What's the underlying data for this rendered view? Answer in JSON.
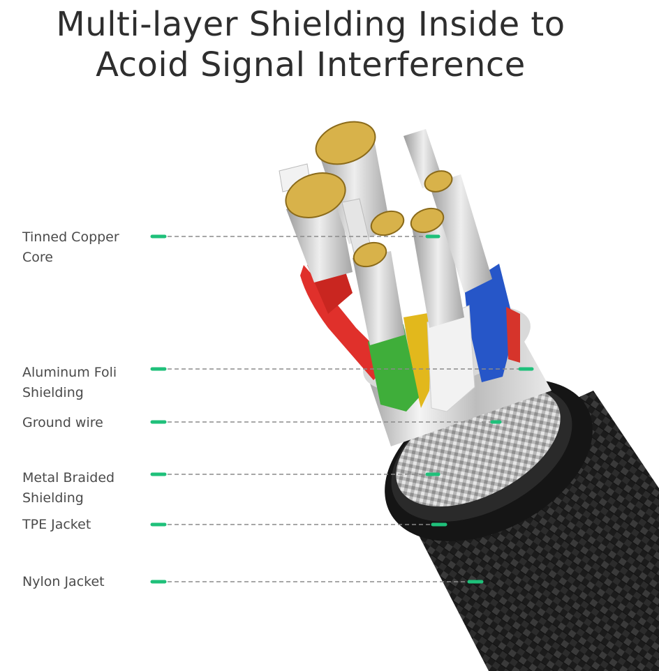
{
  "title": {
    "line1": "Multi-layer Shielding Inside to",
    "line2": "Acoid Signal Interference"
  },
  "labels": [
    {
      "text": "Tinned Copper\nCore"
    },
    {
      "text": "Aluminum Foli\nShielding"
    },
    {
      "text": "Ground wire"
    },
    {
      "text": "Metal Braided\nShielding"
    },
    {
      "text": "TPE Jacket"
    },
    {
      "text": "Nylon Jacket"
    }
  ],
  "colors": {
    "marker": "#1fc07a",
    "leader": "#8a8a8a",
    "red_wire": "#e0302b",
    "blue_wire": "#2656c8",
    "green_wire": "#3fae3a",
    "yellow_wire": "#e2b81c",
    "white_wire": "#f2f2f2",
    "copper": "#d8b24a",
    "nylon": "#1d1d1d"
  }
}
